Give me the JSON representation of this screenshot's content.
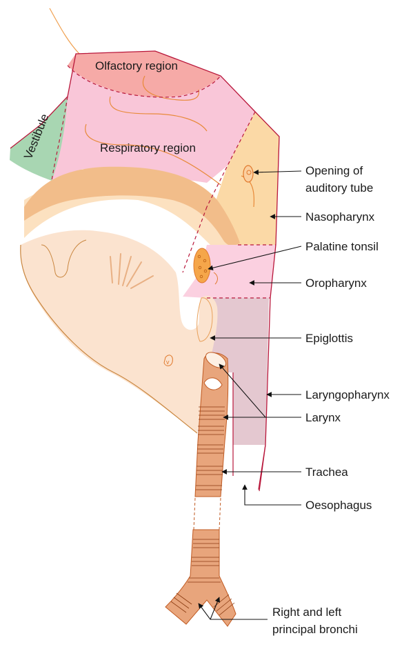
{
  "colors": {
    "olfactory": "#f6aaa7",
    "respiratory": "#f9c6d8",
    "vestibule": "#a8d6b2",
    "nasopharynx": "#fbd9a6",
    "oropharynx": "#fbd0e0",
    "laryngopharynx": "#e4c8d0",
    "tongue": "#fbe3cf",
    "palate": "#f2bd8a",
    "outline": "#b8163a",
    "orange": "#e0782b"
  },
  "regions": {
    "olfactory": "Olfactory region",
    "respiratory": "Respiratory region",
    "vestibule": "Vestibule"
  },
  "labels": {
    "auditory_tube_line1": "Opening of",
    "auditory_tube_line2": "auditory tube",
    "nasopharynx": "Nasopharynx",
    "palatine_tonsil": "Palatine tonsil",
    "oropharynx": "Oropharynx",
    "epiglottis": "Epiglottis",
    "laryngopharynx": "Laryngopharynx",
    "larynx": "Larynx",
    "trachea": "Trachea",
    "oesophagus": "Oesophagus",
    "bronchi_line1": "Right and left",
    "bronchi_line2": "principal bronchi"
  }
}
